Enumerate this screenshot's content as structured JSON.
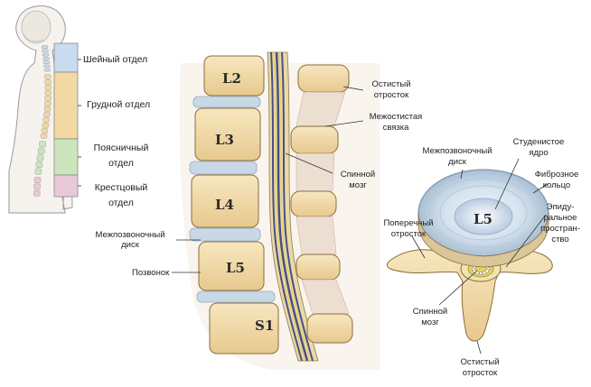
{
  "body_regions": {
    "cervical": "Шейный отдел",
    "thoracic": "Грудной отдел",
    "lumbar_1": "Поясничный",
    "lumbar_2": "отдел",
    "sacral_1": "Крестцовый",
    "sacral_2": "отдел"
  },
  "vertebra_labels": {
    "l2": "L2",
    "l3": "L3",
    "l4": "L4",
    "l5": "L5",
    "s1": "S1",
    "l5_cross": "L5"
  },
  "sagittal": {
    "disc_1": "Межпозвоночный",
    "disc_2": "диск",
    "vertebra": "Позвонок",
    "spinous_1": "Остистый",
    "spinous_2": "отросток",
    "ligament_1": "Межостистая",
    "ligament_2": "связка",
    "cord_1": "Спинной",
    "cord_2": "мозг"
  },
  "cross_section": {
    "disc_1": "Межпозвоночный",
    "disc_2": "диск",
    "nucleus_1": "Студенистое",
    "nucleus_2": "ядро",
    "annulus_1": "Фиброзное",
    "annulus_2": "кольцо",
    "epidural_1": "Эпиду-",
    "epidural_2": "ральное",
    "epidural_3": "простран-",
    "epidural_4": "ство",
    "transverse_1": "Поперечный",
    "transverse_2": "отросток",
    "cord_1": "Спинной",
    "cord_2": "мозг",
    "spinous_1": "Остистый",
    "spinous_2": "отросток"
  },
  "colors": {
    "bone": "#f3dfae",
    "bone_dark": "#d8b77a",
    "disc": "#c9d8e6",
    "disc_dark": "#93acc4",
    "cord": "#4a4f86",
    "nerve": "#e6cf5a",
    "cervical": "#c9dcef",
    "thoracic": "#f2d9a3",
    "lumbar": "#cbe6bd",
    "sacral": "#e9c9d8"
  }
}
